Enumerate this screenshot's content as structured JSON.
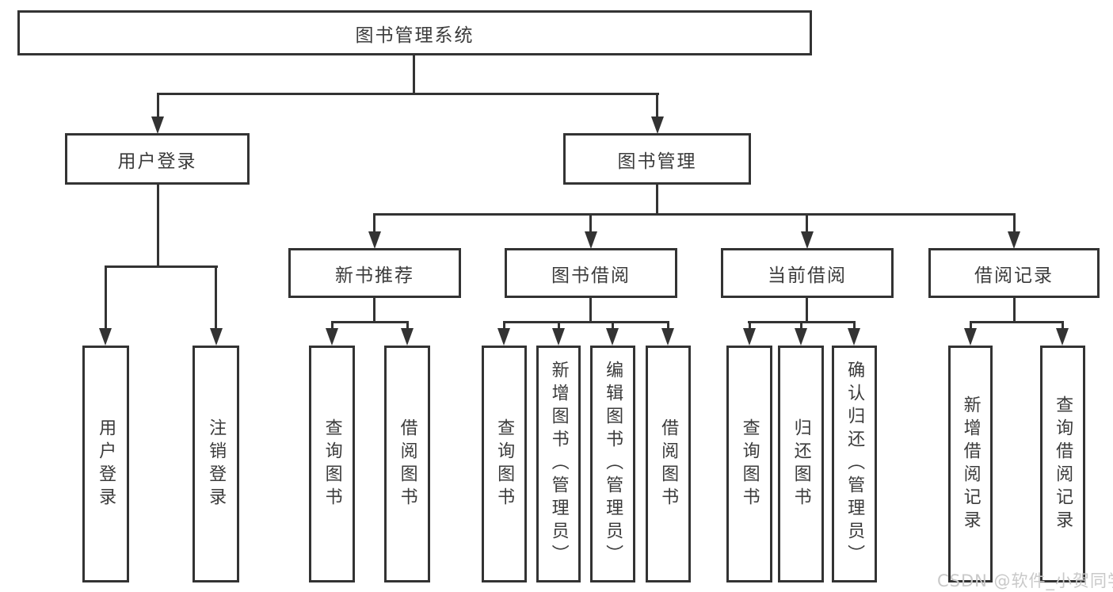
{
  "diagram": {
    "title": "图书管理系统",
    "nodes": {
      "root": "图书管理系统",
      "user_login": "用户登录",
      "book_mgmt": "图书管理",
      "new_books": "新书推荐",
      "book_borrow": "图书借阅",
      "current_borrow": "当前借阅",
      "borrow_records": "借阅记录"
    },
    "leaves": [
      {
        "label": "用户登录",
        "parent": "用户登录"
      },
      {
        "label": "注销登录",
        "parent": "用户登录"
      },
      {
        "label": "查询图书",
        "parent": "新书推荐"
      },
      {
        "label": "借阅图书",
        "parent": "新书推荐"
      },
      {
        "label": "查询图书",
        "parent": "图书借阅"
      },
      {
        "label": "新增图书（管理员）",
        "parent": "图书借阅"
      },
      {
        "label": "编辑图书（管理员）",
        "parent": "图书借阅"
      },
      {
        "label": "借阅图书",
        "parent": "图书借阅"
      },
      {
        "label": "查询图书",
        "parent": "当前借阅"
      },
      {
        "label": "归还图书",
        "parent": "当前借阅"
      },
      {
        "label": "确认归还（管理员）",
        "parent": "当前借阅"
      },
      {
        "label": "新增借阅记录",
        "parent": "借阅记录"
      },
      {
        "label": "查询借阅记录",
        "parent": "借阅记录"
      }
    ]
  },
  "watermark": {
    "text": "CSDN @软件_小贺同学"
  },
  "colors": {
    "line": "#333333",
    "text": "#3b3b3b",
    "watermark": "#c9c9c9",
    "background": "#ffffff"
  }
}
